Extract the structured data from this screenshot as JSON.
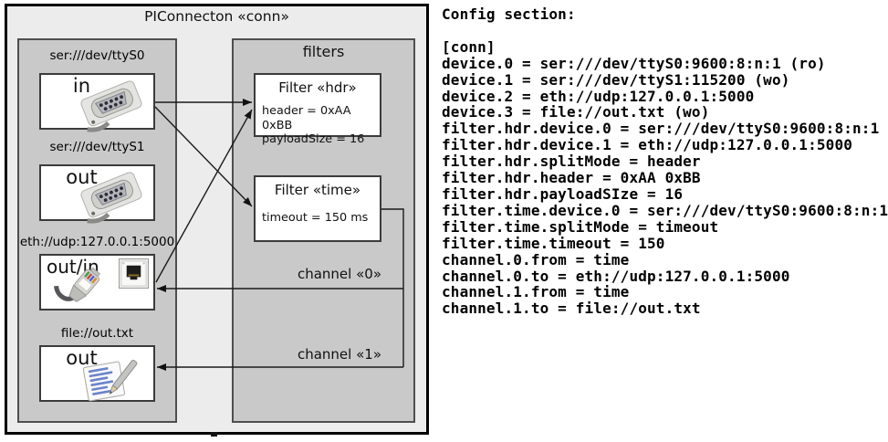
{
  "diagram": {
    "title": "PIConnecton «conn»",
    "devices": [
      {
        "url": "ser:///dev/ttyS0",
        "mode": "in",
        "icon": "serial-connector-icon"
      },
      {
        "url": "ser:///dev/ttyS1",
        "mode": "out",
        "icon": "serial-connector-icon"
      },
      {
        "url": "eth://udp:127.0.0.1:5000",
        "mode": "out/in",
        "icon": "ethernet-connector-icon"
      },
      {
        "url": "file://out.txt",
        "mode": "out",
        "icon": "notepad-icon"
      }
    ],
    "filters_panel": {
      "title": "filters",
      "filters": [
        {
          "title": "Filter «hdr»",
          "props": [
            "header = 0xAA 0xBB",
            "payloadSize = 16"
          ]
        },
        {
          "title": "Filter «time»",
          "props": [
            "timeout = 150 ms"
          ]
        }
      ],
      "channels": [
        {
          "label": "channel «0»"
        },
        {
          "label": "channel «1»"
        }
      ]
    }
  },
  "config": {
    "heading": "Config section:",
    "lines": [
      "[conn]",
      "device.0 = ser:///dev/ttyS0:9600:8:n:1 (ro)",
      "device.1 = ser:///dev/ttyS1:115200 (wo)",
      "device.2 = eth://udp:127.0.0.1:5000",
      "device.3 = file://out.txt (wo)",
      "filter.hdr.device.0 = ser:///dev/ttyS0:9600:8:n:1",
      "filter.hdr.device.1 = eth://udp:127.0.0.1:5000",
      "filter.hdr.splitMode = header",
      "filter.hdr.header = 0xAA 0xBB",
      "filter.hdr.payloadSIze = 16",
      "filter.time.device.0 = ser:///dev/ttyS0:9600:8:n:1",
      "filter.time.splitMode = timeout",
      "filter.time.timeout = 150",
      "channel.0.from = time",
      "channel.0.to = eth://udp:127.0.0.1:5000",
      "channel.1.from = time",
      "channel.1.to = file://out.txt"
    ]
  },
  "colors": {
    "outer_bg": "#ececec",
    "panel_bg": "#c9c9c9",
    "box_bg": "#ffffff",
    "outer_border": "#000000",
    "panel_border": "#4e4e4e",
    "box_border": "#3b3b3b",
    "wire": "#1a1a1a",
    "text": "#000000"
  }
}
